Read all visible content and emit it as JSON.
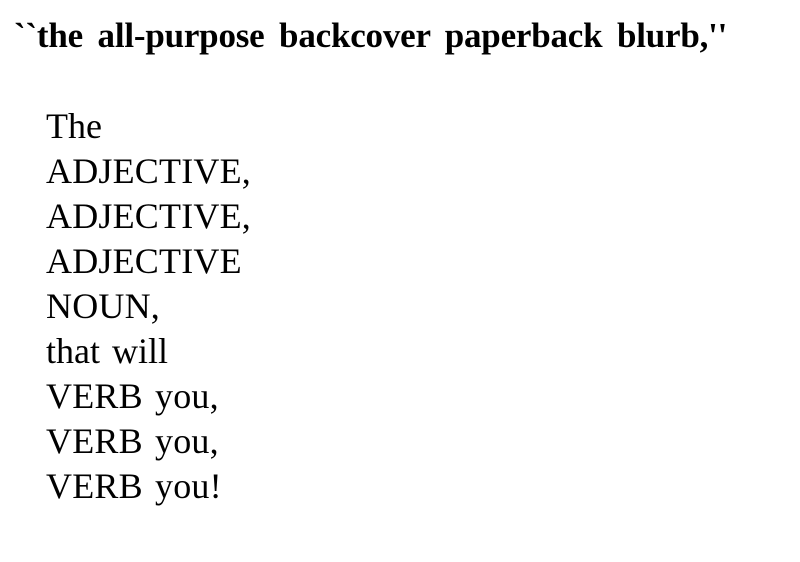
{
  "document": {
    "kind": "scanned-text-page",
    "ink_color": "#000000",
    "background_color": "#ffffff"
  },
  "headline": {
    "text": "``the all-purpose backcover paperback blurb,''",
    "open_quote": "``",
    "close_quote": "''",
    "inner_text": "the all-purpose backcover paperback blurb,"
  },
  "blurb": {
    "lines": [
      {
        "text": "The",
        "style": "mixed"
      },
      {
        "text": "ADJECTIVE,",
        "style": "caps"
      },
      {
        "text": "ADJECTIVE,",
        "style": "caps"
      },
      {
        "text": "ADJECTIVE",
        "style": "caps"
      },
      {
        "text": "NOUN,",
        "style": "caps"
      },
      {
        "text": "that will",
        "style": "mixed"
      },
      {
        "text": "VERB you,",
        "style": "caps"
      },
      {
        "text": "VERB you,",
        "style": "caps"
      },
      {
        "text": "VERB you!",
        "style": "caps"
      }
    ]
  }
}
